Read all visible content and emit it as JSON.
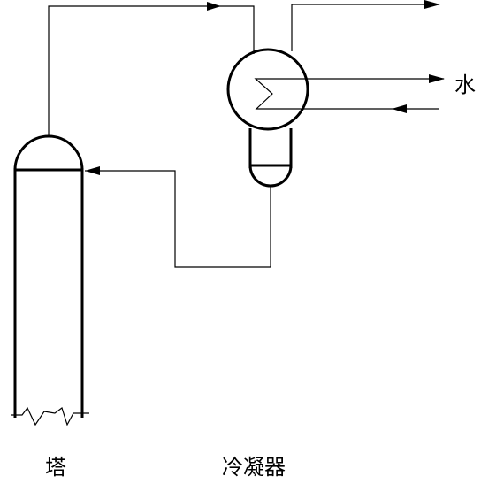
{
  "labels": {
    "water": "水",
    "tower": "塔",
    "condenser": "冷凝器"
  }
}
